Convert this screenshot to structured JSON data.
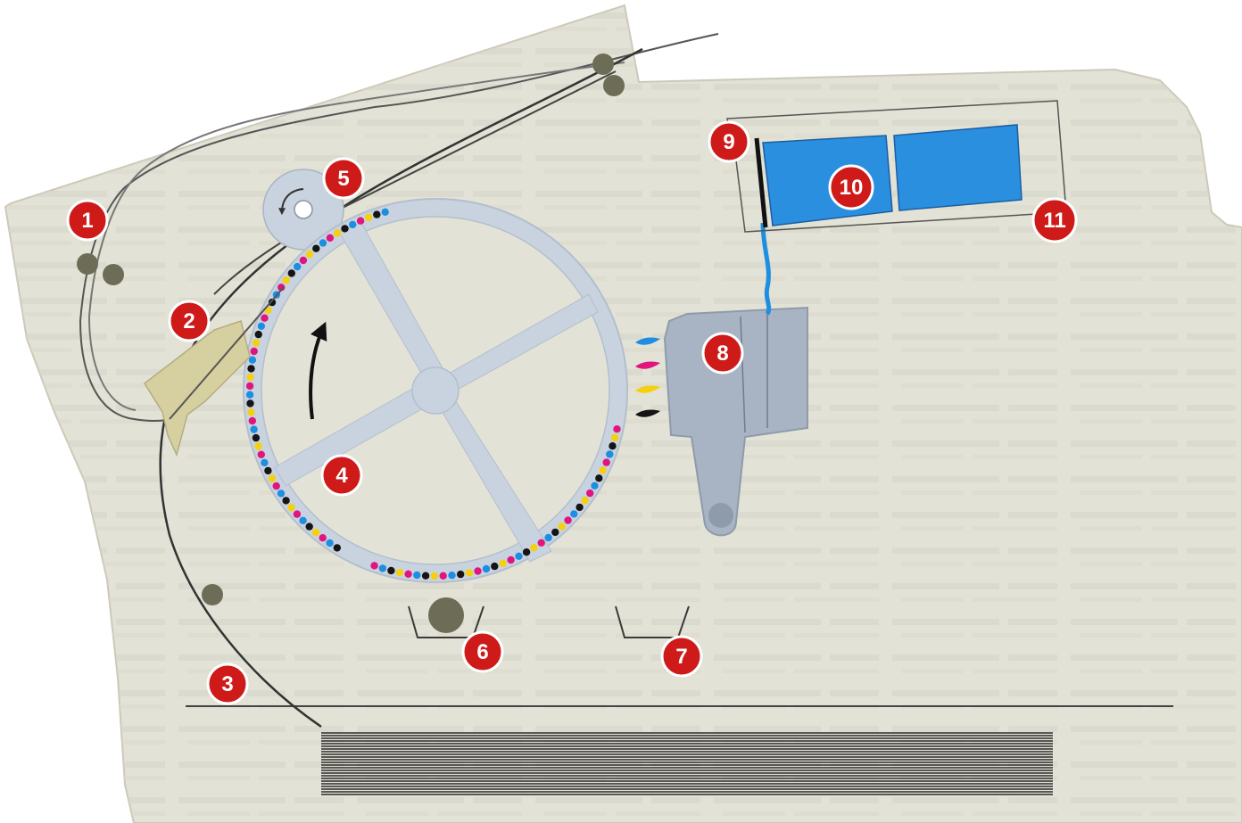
{
  "callouts": [
    {
      "id": "1",
      "label": "1"
    },
    {
      "id": "2",
      "label": "2"
    },
    {
      "id": "3",
      "label": "3"
    },
    {
      "id": "4",
      "label": "4"
    },
    {
      "id": "5",
      "label": "5"
    },
    {
      "id": "6",
      "label": "6"
    },
    {
      "id": "7",
      "label": "7"
    },
    {
      "id": "8",
      "label": "8"
    },
    {
      "id": "9",
      "label": "9"
    },
    {
      "id": "10",
      "label": "10"
    },
    {
      "id": "11",
      "label": "11"
    }
  ],
  "colors": {
    "background": "#e3e2d6",
    "badge_fill": "#cf1a1a",
    "badge_border": "#ffffff",
    "drum_fill": "#c9d3df",
    "toner_cyan": "#1e8fe0",
    "toner_magenta": "#e0157e",
    "toner_yellow": "#f4d010",
    "toner_black": "#151515",
    "toner_cartridge": "#2b8fe0",
    "scraper_blade": "#d6cfa0",
    "roller": "#6d6d57",
    "laser_unit": "#a8b4c4",
    "tray_lines": "#3a3a3a"
  },
  "icons": {
    "rotation_arrow": "curved-arrow-icon",
    "paper_feed_arrow": "curved-arrow-icon",
    "charge_roller_arrow": "curved-arrow-icon"
  }
}
